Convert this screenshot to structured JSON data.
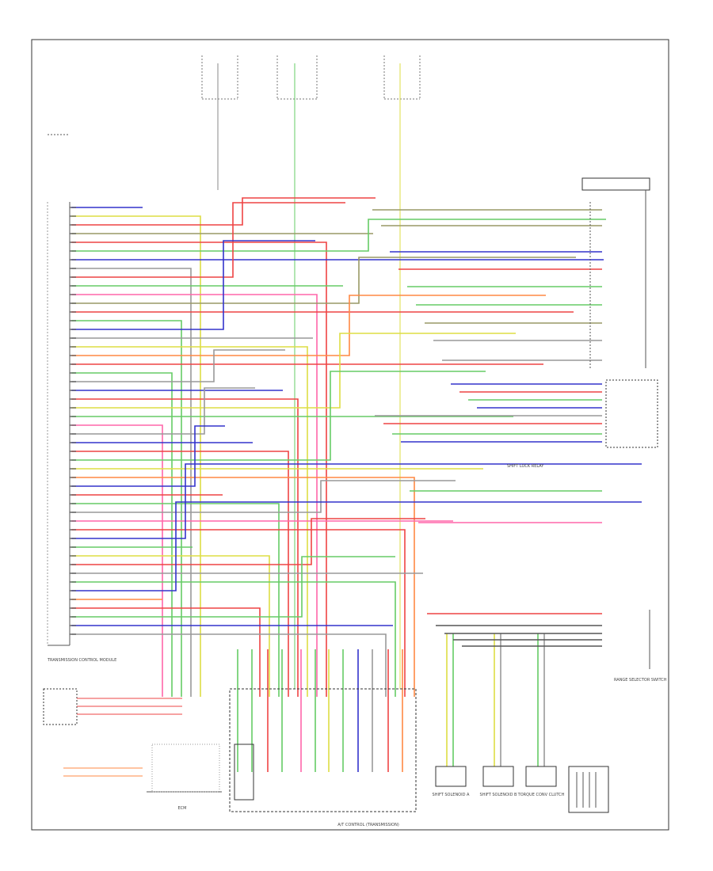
{
  "diagram": {
    "footer_code": "",
    "main_caption": "A/T CONTROL (TRANSMISSION)",
    "left_caption": "TRANSMISSION CONTROL MODULE",
    "ecm_caption": "ECM",
    "shift_lock_caption": "SHIFT LOCK RELAY",
    "solenoid_captions": [
      "SHIFT SOLENOID A",
      "SHIFT SOLENOID B",
      "TORQUE CONV CLUTCH"
    ],
    "right_caption": "RANGE SELECTOR SWITCH"
  }
}
